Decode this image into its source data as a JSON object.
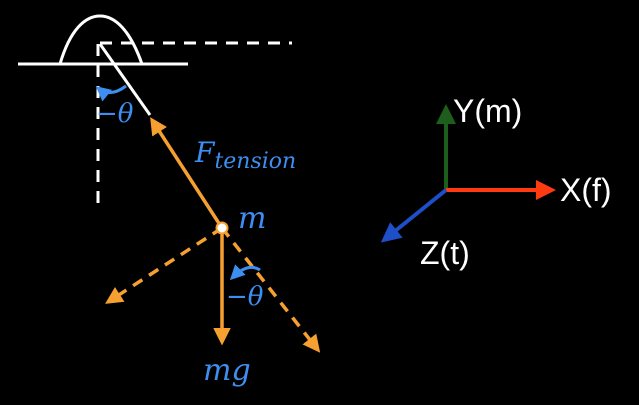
{
  "diagram": {
    "labels": {
      "theta_top": "−θ",
      "theta_bottom": "−θ",
      "tension_main": "F",
      "tension_sub": "tension",
      "mass": "m",
      "weight": "mg"
    },
    "axes": {
      "y_label": "Y(m)",
      "x_label": "X(f)",
      "z_label": "Z(t)"
    },
    "colors": {
      "background": "#000000",
      "structure": "#ffffff",
      "force": "#f5a030",
      "math_label": "#3d8ef0",
      "y_axis": "#1d5e1d",
      "x_axis": "#ff3a10",
      "z_axis": "#1f4fc8"
    }
  }
}
